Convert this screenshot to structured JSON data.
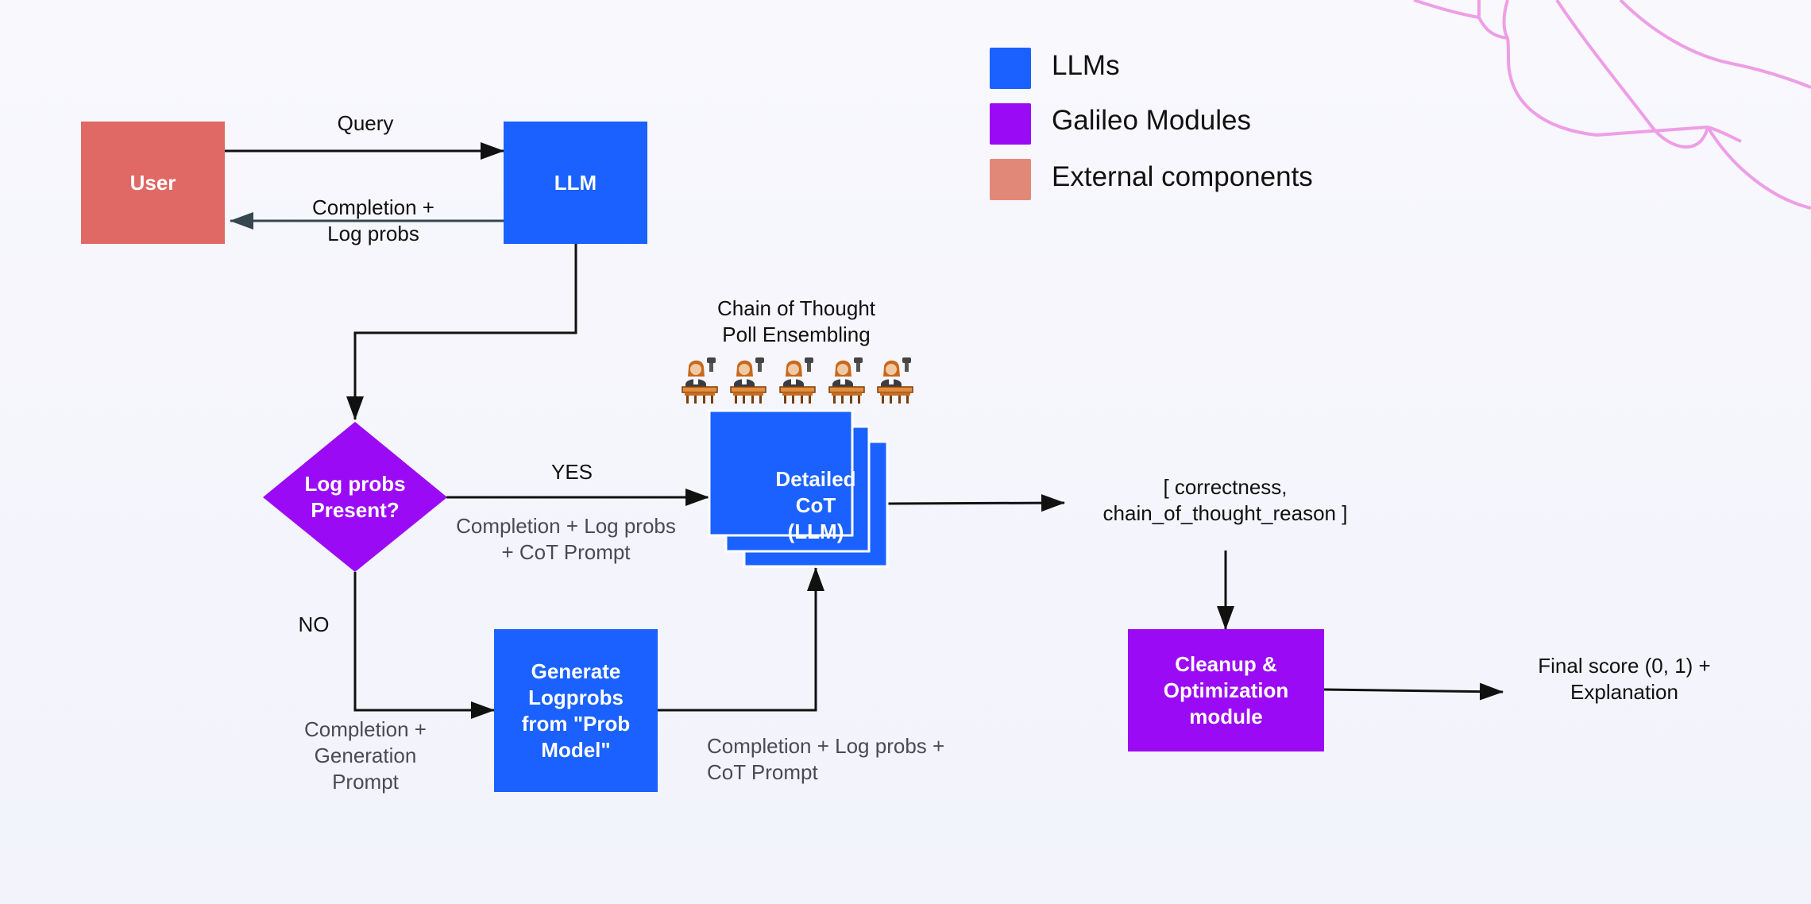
{
  "colors": {
    "llm": "#1a61ff",
    "galileo": "#9b0af5",
    "external": "#e06865",
    "external_legend": "#e28878",
    "arrow": "#111111",
    "return_arrow": "#37474f",
    "decoration": "#ee9ee6"
  },
  "legend": [
    {
      "label": "LLMs",
      "color": "#1a61ff"
    },
    {
      "label": "Galileo Modules",
      "color": "#9b0af5"
    },
    {
      "label": "External components",
      "color": "#e28878"
    }
  ],
  "nodes": {
    "user": "User",
    "llm": "LLM",
    "decision": [
      "Log probs",
      "Present?"
    ],
    "cot": [
      "Detailed",
      "CoT",
      "(LLM)"
    ],
    "generate": [
      "Generate",
      "Logprobs",
      "from \"Prob",
      "Model\""
    ],
    "cleanup": [
      "Cleanup &",
      "Optimization",
      "module"
    ]
  },
  "labels": {
    "query": "Query",
    "completion_return": [
      "Completion +",
      "Log probs"
    ],
    "yes": "YES",
    "yes_sub": [
      "Completion + Log probs",
      "+ CoT Prompt"
    ],
    "no": "NO",
    "no_sub": [
      "Completion +",
      "Generation",
      "Prompt"
    ],
    "generate_out": [
      "Completion + Log probs +",
      "CoT Prompt"
    ],
    "ensemble": [
      "Chain of Thought",
      "Poll Ensembling"
    ],
    "output": [
      "[ correctness,",
      "chain_of_thought_reason ]"
    ],
    "final": [
      "Final score (0, 1) +",
      "Explanation"
    ]
  },
  "icons": [
    "juror-icon",
    "juror-icon",
    "juror-icon",
    "juror-icon",
    "juror-icon"
  ]
}
